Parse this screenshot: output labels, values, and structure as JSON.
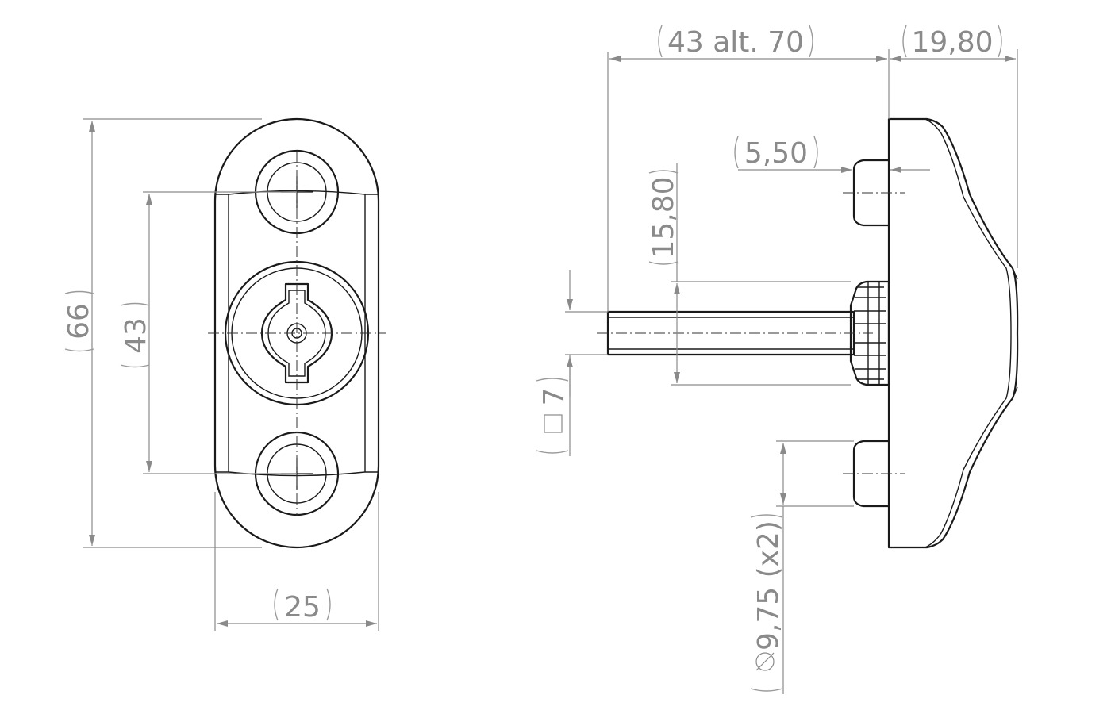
{
  "dimensions": {
    "overall_height": "66",
    "hole_spacing": "43",
    "width": "25",
    "spindle_length": "43 alt. 70",
    "base_depth": "19,80",
    "screw_offset": "5,50",
    "collar_diameter": "15,80",
    "spindle_square": "7",
    "screw_diameter": "9,75 (x2)"
  },
  "colors": {
    "outline": "#1a1a1a",
    "dimension": "#8a8a8a"
  }
}
